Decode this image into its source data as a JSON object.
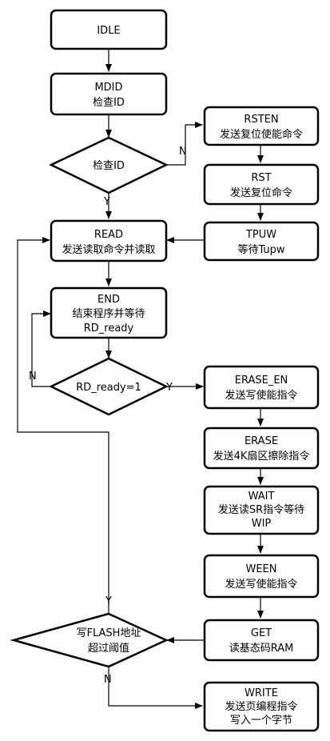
{
  "nodes": {
    "idle": {
      "lines": [
        "IDLE"
      ]
    },
    "mdid": {
      "lines": [
        "MDID",
        "检查ID"
      ]
    },
    "check_id": {
      "lines": [
        "检查ID"
      ]
    },
    "rsten": {
      "lines": [
        "RSTEN",
        "发送复位使能命令"
      ]
    },
    "rst": {
      "lines": [
        "RST",
        "发送复位命令"
      ]
    },
    "read": {
      "lines": [
        "READ",
        "发送读取命令并读取"
      ]
    },
    "tpuw": {
      "lines": [
        "TPUW",
        "等待Tupw"
      ]
    },
    "end": {
      "lines": [
        "END",
        "结束程序并等待",
        "RD_ready"
      ]
    },
    "rd_ready": {
      "lines": [
        "RD_ready=1"
      ]
    },
    "erase_en": {
      "lines": [
        "ERASE_EN",
        "发送写使能指令"
      ]
    },
    "erase": {
      "lines": [
        "ERASE",
        "发送4K扇区擦除指令"
      ]
    },
    "wait": {
      "lines": [
        "WAIT",
        "发送读SR指令等待",
        "WIP"
      ]
    },
    "ween": {
      "lines": [
        "WEEN",
        "发送写使能指令"
      ]
    },
    "get": {
      "lines": [
        "GET",
        "读基态码RAM"
      ]
    },
    "flash": {
      "lines": [
        "写FLASH地址",
        "超过阈值"
      ]
    },
    "write": {
      "lines": [
        "WRITE",
        "发送页编程指令",
        "写入一个字节"
      ]
    }
  },
  "edge_labels": {
    "check_id_no": "N",
    "check_id_yes": "Y",
    "rd_ready_no": "N",
    "rd_ready_yes": "Y",
    "flash_yes": "Y",
    "flash_no": "N"
  }
}
